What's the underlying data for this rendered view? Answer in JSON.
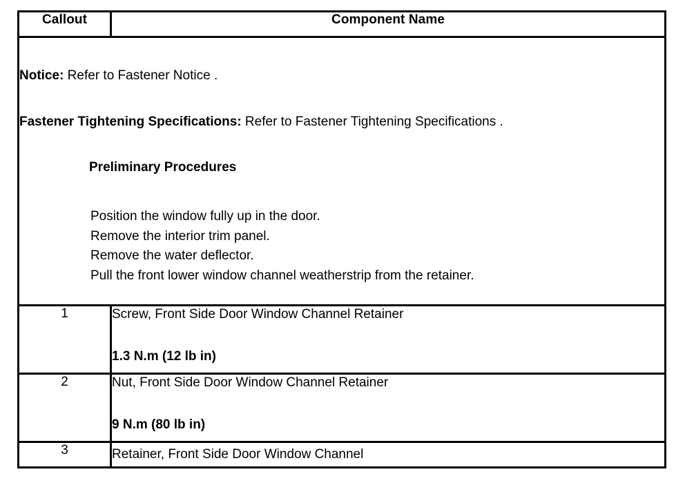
{
  "table": {
    "headers": {
      "callout": "Callout",
      "component_name": "Component Name"
    },
    "notice_block": {
      "notice_label": "Notice:",
      "notice_text": " Refer to Fastener Notice .",
      "fastener_label": "Fastener Tightening Specifications:",
      "fastener_text": " Refer to Fastener Tightening Specifications .",
      "preliminary_heading": "Preliminary Procedures",
      "preliminary_steps": [
        "Position the window fully up in the door.",
        "Remove the interior trim panel.",
        "Remove the water deflector.",
        "Pull the front lower window channel weatherstrip from the retainer."
      ]
    },
    "rows": [
      {
        "callout": "1",
        "name": "Screw, Front Side Door Window Channel Retainer",
        "torque": "1.3 N.m (12 lb in)"
      },
      {
        "callout": "2",
        "name": "Nut, Front Side Door Window Channel Retainer",
        "torque": "9 N.m (80 lb in)"
      },
      {
        "callout": "3",
        "name": "Retainer, Front Side Door Window Channel",
        "torque": ""
      }
    ]
  },
  "colors": {
    "border": "#000000",
    "text": "#000000",
    "background": "#ffffff"
  }
}
